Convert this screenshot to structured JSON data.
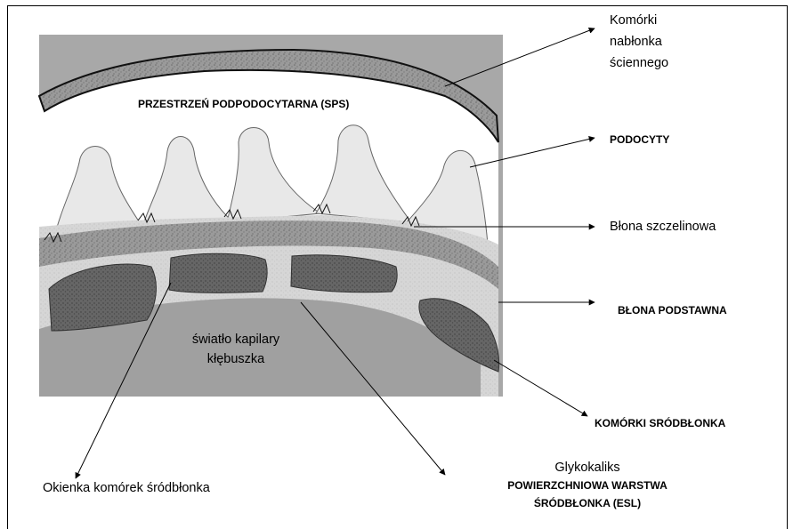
{
  "labels": {
    "sps": "PRZESTRZEŃ PODPODOCYTARNA (SPS)",
    "parietal_line1": "Komórki",
    "parietal_line2": "nabłonka",
    "parietal_line3": "ściennego",
    "podocytes": "PODOCYTY",
    "slit": "Błona szczelinowa",
    "gbm": "BŁONA PODSTAWNA",
    "lumen_line1": "światło kapilary",
    "lumen_line2": "kłębuszka",
    "endothelial": "KOMÓRKI SRÓDBŁONKA",
    "fenestrae": "Okienka komórek śródbłonka",
    "glyco": "Glykokaliks",
    "esl_line1": "POWIERZCHNIOWA WARSTWA",
    "esl_line2": "ŚRÓDBŁONKA (ESL)"
  },
  "colors": {
    "background": "#ffffff",
    "panel": "#a8a8a8",
    "podocyte": "#e6e6e6",
    "gbm": "#6e6e6e",
    "endothelial": "#5c5c5c",
    "line": "#000000"
  }
}
